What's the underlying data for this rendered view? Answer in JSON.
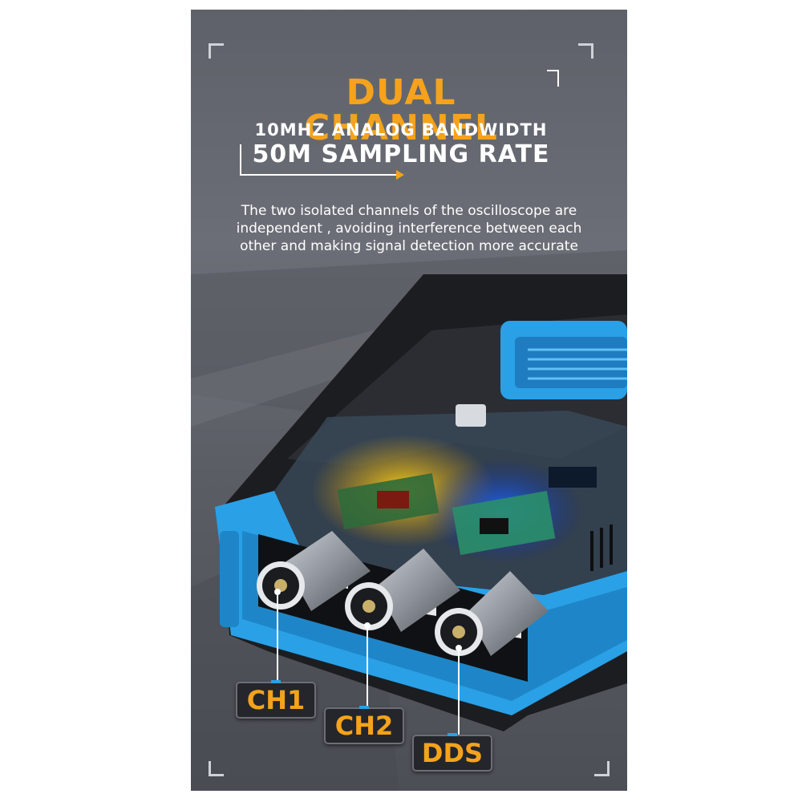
{
  "headline": {
    "title": "DUAL CHANNEL",
    "line1": "10MHZ ANALOG BANDWIDTH",
    "line2": "50M SAMPLING RATE"
  },
  "description": {
    "line1": "The two isolated channels of the oscilloscope are",
    "line2": "independent , avoiding interference between each",
    "line3": "other and making signal detection more accurate"
  },
  "connectors": {
    "ch1": "CH1",
    "ch2": "CH2",
    "dds": "DDS"
  },
  "colors": {
    "accent": "#f5a21c",
    "device_blue": "#2aa0e6",
    "background": "#5e6169"
  }
}
